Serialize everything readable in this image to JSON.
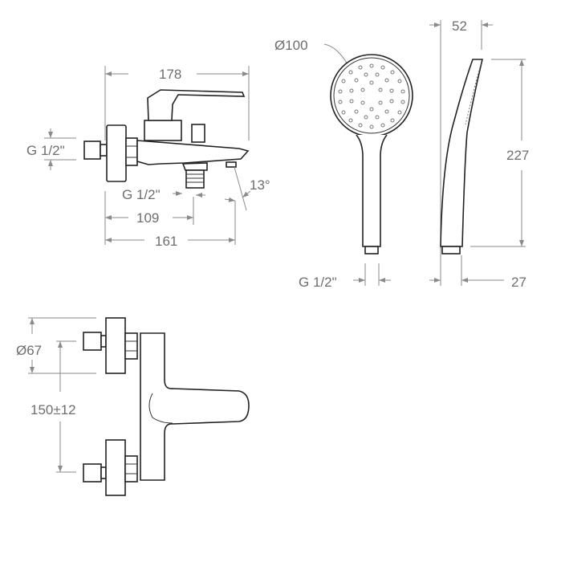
{
  "drawing": {
    "title": "Bath/shower mixer dimensional drawing",
    "colors": {
      "line": "#222222",
      "dimension": "#8a8a8a",
      "label": "#6e6e6e",
      "background": "#ffffff"
    },
    "side_view": {
      "overall_width": "178",
      "inlet_thread": "G 1/2\"",
      "outlet_thread": "G 1/2\"",
      "outlet_distance": "109",
      "spout_distance": "161",
      "spout_angle": "13°"
    },
    "hand_shower": {
      "head_diameter": "Ø100",
      "depth": "52",
      "length": "227",
      "connection_thread": "G 1/2\"",
      "handle_width": "27"
    },
    "front_view": {
      "escutcheon_diameter": "Ø67",
      "center_distance": "150±12"
    }
  }
}
